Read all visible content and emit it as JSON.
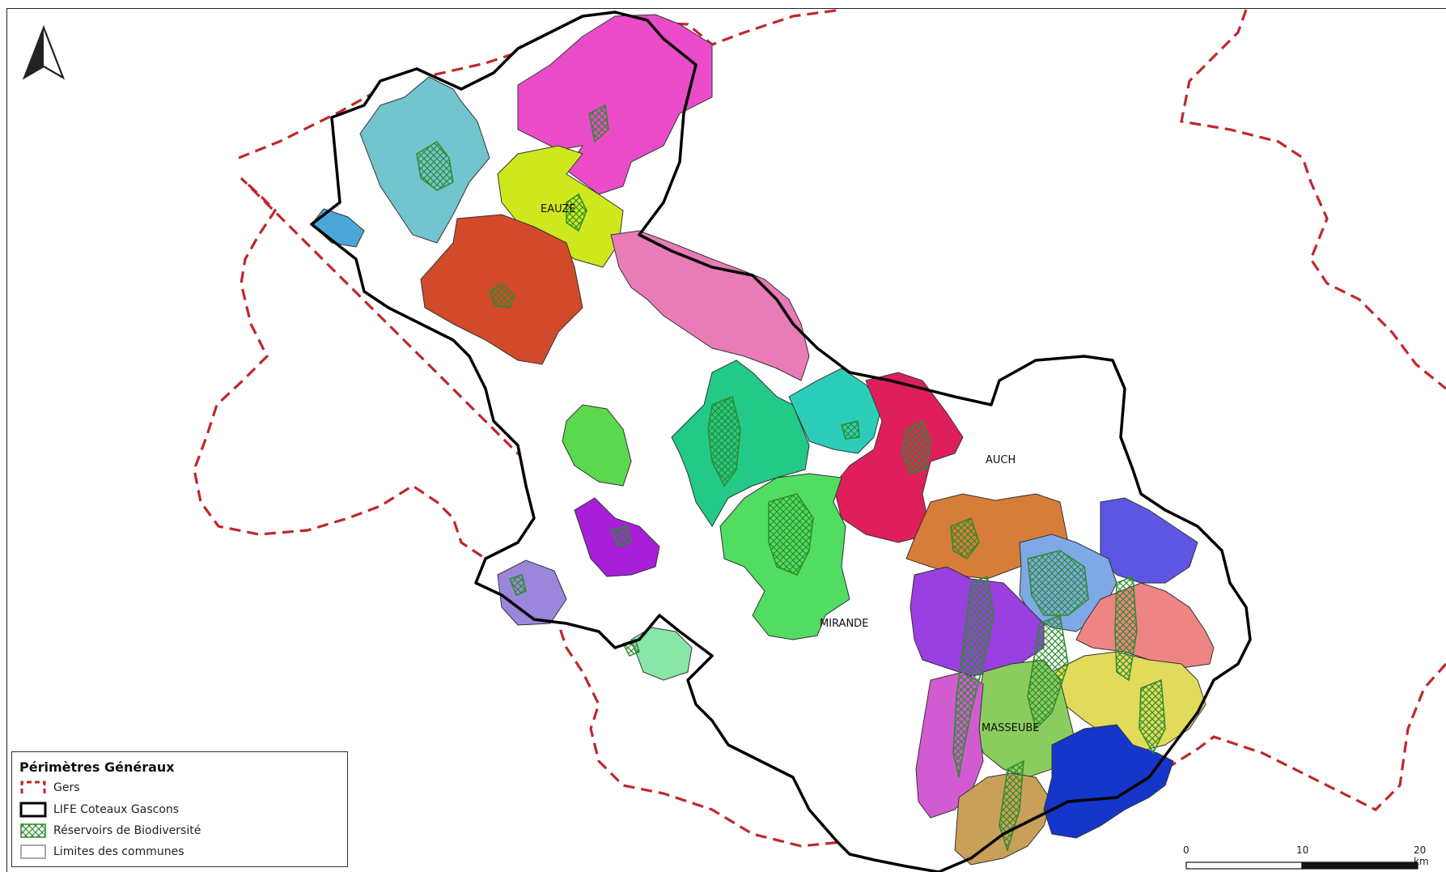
{
  "map": {
    "north_arrow": "north-arrow-icon",
    "towns": {
      "eauze": "EAUZE",
      "auch": "AUCH",
      "mirande": "MIRANDE",
      "masseube": "MASSEUBE"
    }
  },
  "legend": {
    "title": "Périmètres Généraux",
    "items": [
      {
        "label": "Gers",
        "symbol": "dashed-red-boundary",
        "color": "#c0272d"
      },
      {
        "label": "LIFE Coteaux Gascons",
        "symbol": "black-outline",
        "color": "#000000"
      },
      {
        "label": "Réservoirs de Biodiversité",
        "symbol": "green-hatch",
        "color": "#2e8b2e"
      },
      {
        "label": "Limites des communes",
        "symbol": "thin-outline",
        "color": "#555555"
      }
    ]
  },
  "scale": {
    "labels": [
      "0",
      "10",
      "20 km"
    ]
  },
  "palette": {
    "magenta": "#ea4cc9",
    "teal": "#72c4cf",
    "lime": "#cfe81d",
    "orange_red": "#d24a2a",
    "pink": "#e97bb7",
    "green_sea": "#22c987",
    "turquoise": "#2ccdb8",
    "crimson": "#de1f5b",
    "light_green": "#5ad84e",
    "purple": "#a71fd9",
    "lavender": "#9b86db",
    "mint": "#88e6a8",
    "green": "#51dc62",
    "brown_orange": "#d77d3a",
    "blue_violet": "#5d56e3",
    "light_blue": "#7ea8e6",
    "violet": "#9a3fe0",
    "salmon": "#ee8484",
    "yellow": "#e2da5a",
    "pale_green": "#8bcc5f",
    "orchid": "#d15cd2",
    "tan": "#c9a05a",
    "royal_blue": "#1436c9",
    "sky_blue": "#4aa7d8"
  }
}
